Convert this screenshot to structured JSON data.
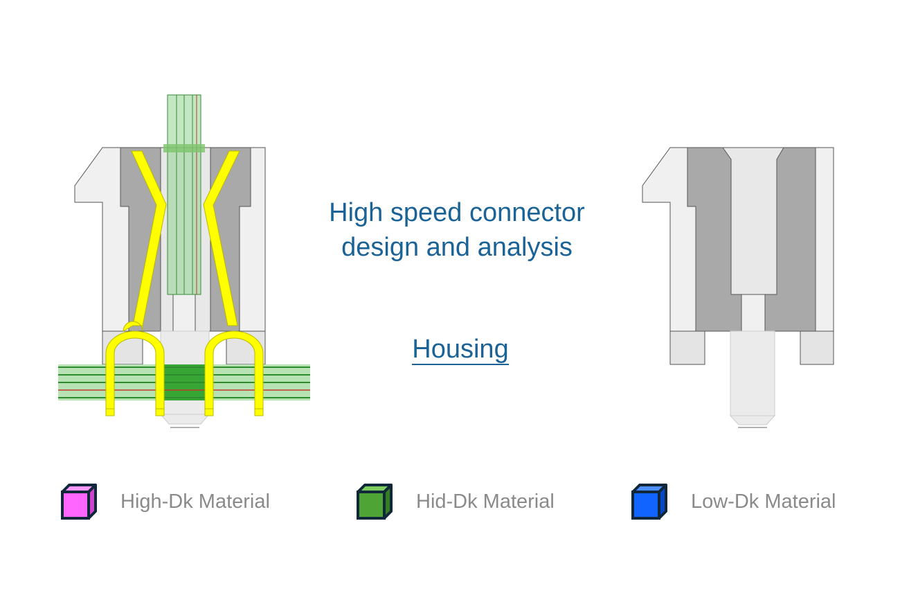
{
  "title": {
    "line1": "High speed connector",
    "line2": "design and analysis"
  },
  "subtitle": "Housing",
  "legend": [
    {
      "label": "High-Dk Material",
      "color": "#ff66ff",
      "icon": "cube-icon"
    },
    {
      "label": "Hid-Dk Material",
      "color": "#4ea535",
      "icon": "cube-icon"
    },
    {
      "label": "Low-Dk Material",
      "color": "#1164ff",
      "icon": "cube-icon"
    }
  ],
  "colors": {
    "housing_light": "#f0f0f0",
    "housing_dark": "#a9a9a9",
    "contact": "#ffff00",
    "pcb_green": "#8fd48f",
    "title_blue": "#1b6396"
  }
}
